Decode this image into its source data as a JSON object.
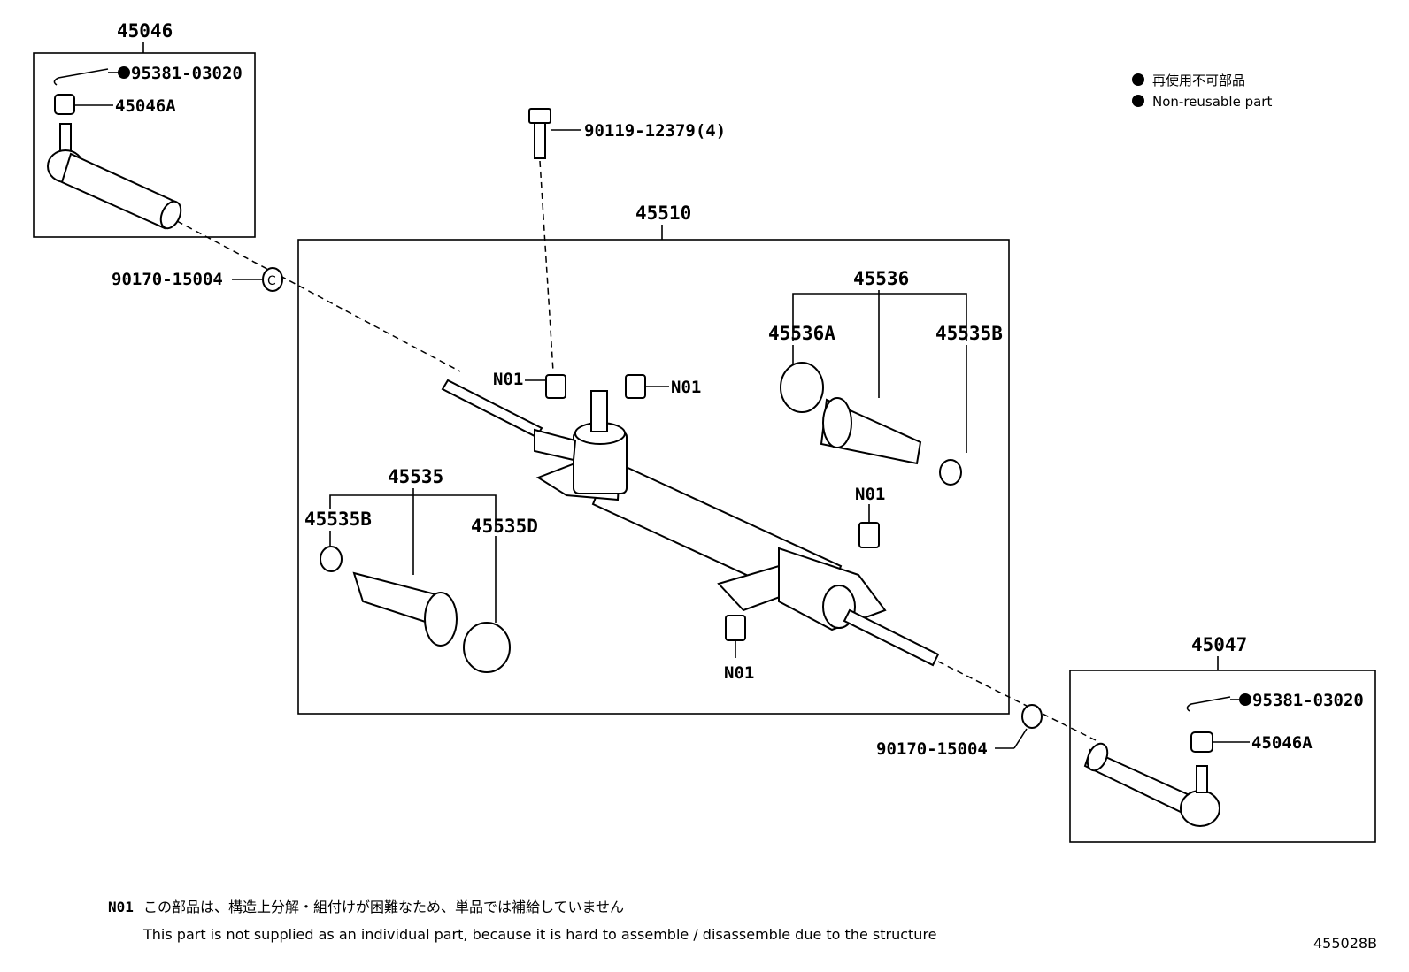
{
  "legend": {
    "jp": "再使用不可部品",
    "en": "Non-reusable part"
  },
  "labels": {
    "tie_rod_end_lh": "45046",
    "cotter_pin_lh": "95381-03020",
    "nut_lh": "45046A",
    "bolt": "90119-12379(4)",
    "gear_assy": "45510",
    "clip_upper": "90170-15004",
    "boot_rh_kit": "45536",
    "clamp_rh_a": "45536A",
    "clamp_rh_b": "45535B",
    "boot_lh_kit": "45535",
    "clamp_lh_b": "45535B",
    "clamp_lh_d": "45535D",
    "n01_a": "N01",
    "n01_b": "N01",
    "n01_c": "N01",
    "n01_d": "N01",
    "tie_rod_end_rh": "45047",
    "cotter_pin_rh": "95381-03020",
    "nut_rh": "45046A",
    "clip_lower": "90170-15004"
  },
  "note": {
    "code": "N01",
    "jp": "この部品は、構造上分解・組付けが困難なため、単品では補給していません",
    "en": "This part is not supplied as an individual part, because it is hard to assemble / disassemble due to the structure"
  },
  "diagram_id": "455028B"
}
